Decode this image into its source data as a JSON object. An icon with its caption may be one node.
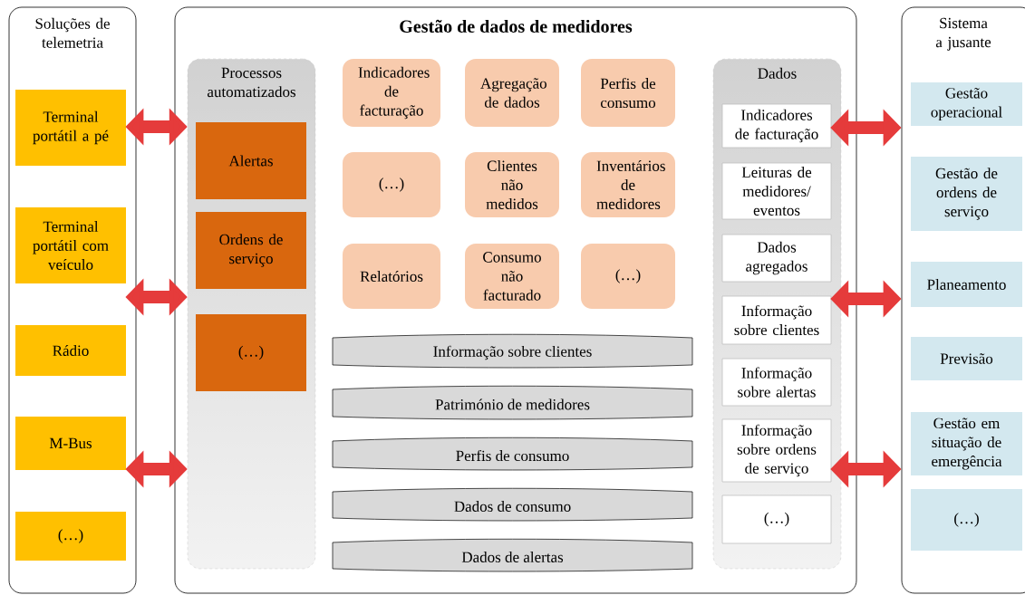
{
  "diagram": {
    "nodes": [
      {
        "text": [
          "Soluções de telemetria"
        ]
      },
      {
        "text": [
          "Terminal portátil a pé"
        ],
        "in": 0
      },
      {
        "text": [
          "Terminal portátil com veículo"
        ],
        "in": 0
      },
      {
        "text": [
          "Rádio"
        ],
        "in": 0
      },
      {
        "text": [
          "M-Bus"
        ],
        "in": 0
      },
      {
        "text": [
          "(…)"
        ],
        "in": 0
      },
      {
        "text": [
          "Gestão de dados de medidores"
        ]
      },
      {
        "text": [
          "Processos automatizados"
        ],
        "in": 6
      },
      {
        "text": [
          "Alertas"
        ],
        "in": 7
      },
      {
        "text": [
          "Ordens de serviço"
        ],
        "in": 7
      },
      {
        "text": [
          "(…)"
        ],
        "in": 7
      },
      {
        "text": [
          "Indicadores de facturação"
        ],
        "in": 6
      },
      {
        "text": [
          "Agregação de dados"
        ],
        "in": 6
      },
      {
        "text": [
          "Perfis de consumo"
        ],
        "in": 6
      },
      {
        "text": [
          "(…)"
        ],
        "in": 6
      },
      {
        "text": [
          "Clientes não medidos"
        ],
        "in": 6
      },
      {
        "text": [
          "Inventários de medidores"
        ],
        "in": 6
      },
      {
        "text": [
          "Relatórios"
        ],
        "in": 6
      },
      {
        "text": [
          "Consumo não facturado"
        ],
        "in": 6
      },
      {
        "text": [
          "(…)"
        ],
        "in": 6
      },
      {
        "text": [
          "Informação sobre clientes"
        ],
        "in": 6
      },
      {
        "text": [
          "Património de medidores"
        ],
        "in": 6
      },
      {
        "text": [
          "Perfis de consumo"
        ],
        "in": 6
      },
      {
        "text": [
          "Dados de consumo"
        ],
        "in": 6
      },
      {
        "text": [
          "Dados de alertas"
        ],
        "in": 6
      },
      {
        "text": [
          "Dados"
        ],
        "in": 6
      },
      {
        "text": [
          "Indicadores de facturação"
        ],
        "in": 25
      },
      {
        "text": [
          "Leituras de medidores/ eventos"
        ],
        "in": 25
      },
      {
        "text": [
          "Dados agregados"
        ],
        "in": 25
      },
      {
        "text": [
          "Informação sobre clientes"
        ],
        "in": 25
      },
      {
        "text": [
          "Informação sobre alertas"
        ],
        "in": 25
      },
      {
        "text": [
          "Informação sobre ordens de serviço"
        ],
        "in": 25
      },
      {
        "text": [
          "(…)"
        ],
        "in": 25
      },
      {
        "text": [
          "Sistema a jusante"
        ]
      },
      {
        "text": [
          "Gestão operacional"
        ],
        "in": 33
      },
      {
        "text": [
          "Gestão de ordens de serviço"
        ],
        "in": 33
      },
      {
        "text": [
          "Planeamento"
        ],
        "in": 33
      },
      {
        "text": [
          "Previsão"
        ],
        "in": 33
      },
      {
        "text": [
          "Gestão em situação de emergência"
        ],
        "in": 33
      },
      {
        "text": [
          "(…)"
        ],
        "in": 33
      }
    ],
    "edges": [
      {
        "from": 0,
        "to": 7,
        "arrow": "both"
      },
      {
        "from": 0,
        "to": 7,
        "arrow": "both"
      },
      {
        "from": 0,
        "to": 7,
        "arrow": "both"
      },
      {
        "from": 25,
        "to": 33,
        "arrow": "both"
      },
      {
        "from": 25,
        "to": 33,
        "arrow": "both"
      },
      {
        "from": 25,
        "to": 33,
        "arrow": "both"
      }
    ]
  }
}
